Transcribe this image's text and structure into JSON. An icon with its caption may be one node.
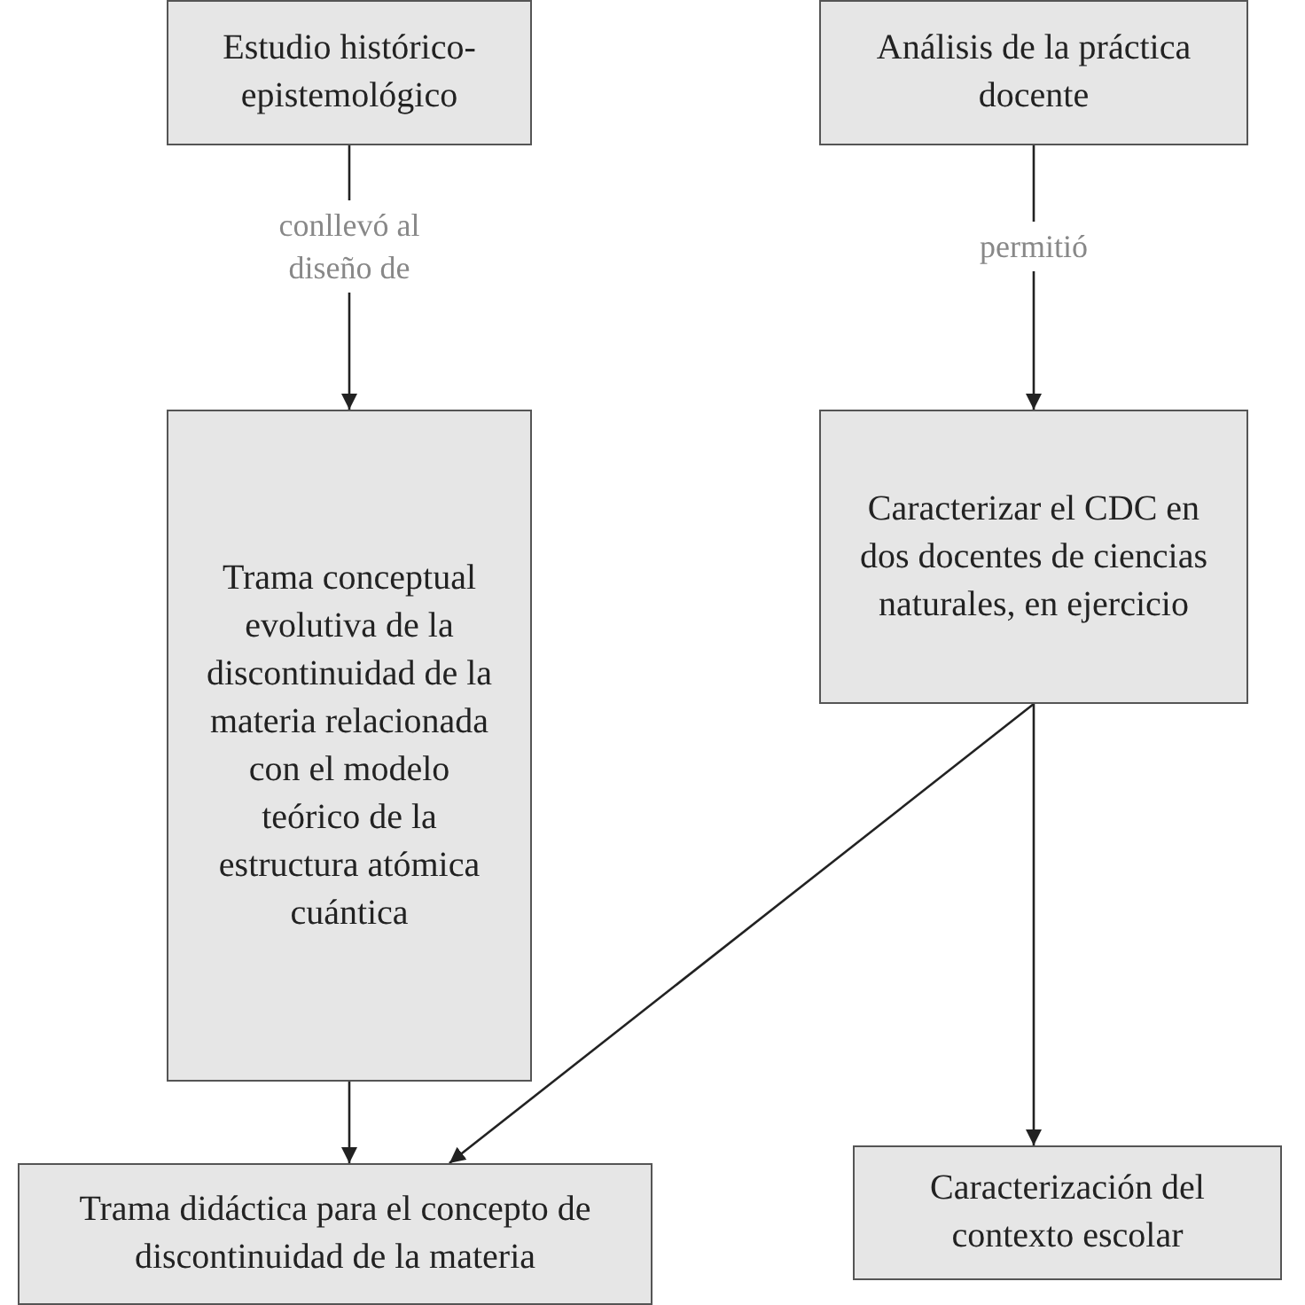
{
  "diagram": {
    "nodes": [
      {
        "text": [
          "Estudio histórico-epistemológico"
        ]
      },
      {
        "text": [
          "Análisis de la práctica docente"
        ]
      },
      {
        "text": [
          "Trama conceptual evolutiva de la discontinuidad de la materia relacionada con el modelo teórico de la estructura atómica cuántica"
        ]
      },
      {
        "text": [
          "Caracterizar el CDC en dos docentes de ciencias naturales, en ejercicio"
        ]
      },
      {
        "text": [
          "Trama didáctica para el concepto de discontinuidad de la materia"
        ]
      },
      {
        "text": [
          "Caracterización del contexto escolar"
        ]
      }
    ],
    "edges": [
      {
        "from": 0,
        "to": 2,
        "arrow": "to",
        "label": "conllevó al diseño de"
      },
      {
        "from": 1,
        "to": 3,
        "arrow": "to",
        "label": "permitió"
      },
      {
        "from": 2,
        "to": 4,
        "arrow": "to"
      },
      {
        "from": 3,
        "to": 4,
        "arrow": "to"
      },
      {
        "from": 3,
        "to": 5,
        "arrow": "to"
      }
    ]
  }
}
